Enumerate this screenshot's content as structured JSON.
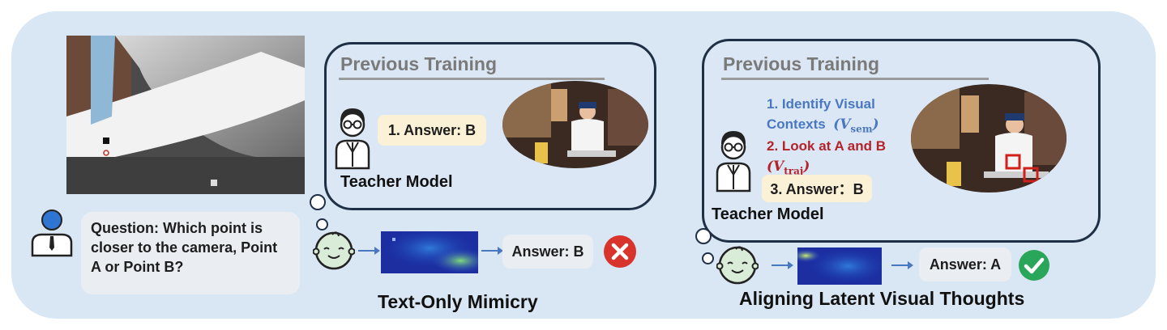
{
  "left": {
    "question": "Question: Which point is closer to the camera, Point A or Point B?",
    "previous_training_title": "Previous Training",
    "teacher_answer": "1. Answer: B",
    "teacher_label": "Teacher Model",
    "student_answer": "Answer: B",
    "result_icon": "cross-icon",
    "caption": "Text-Only Mimicry"
  },
  "right": {
    "previous_training_title": "Previous Training",
    "step1_text": "1. Identify Visual Contexts",
    "step1_var": "(V",
    "step1_sub": "sem",
    "step2_text": "2. Look at A and B",
    "step2_var": "(V",
    "step2_sub": "traj",
    "step3": "3. Answer：B",
    "teacher_label": "Teacher Model",
    "student_answer": "Answer: A",
    "result_icon": "check-icon",
    "caption": "Aligning Latent Visual Thoughts"
  },
  "colors": {
    "panel_bg": "#d9e6f3",
    "border": "#1f3046",
    "tag_bg": "#fbf1d6",
    "blue_text": "#4a78c0",
    "red_text": "#b4232a",
    "wrong": "#d9342b",
    "right": "#2aa65a"
  }
}
